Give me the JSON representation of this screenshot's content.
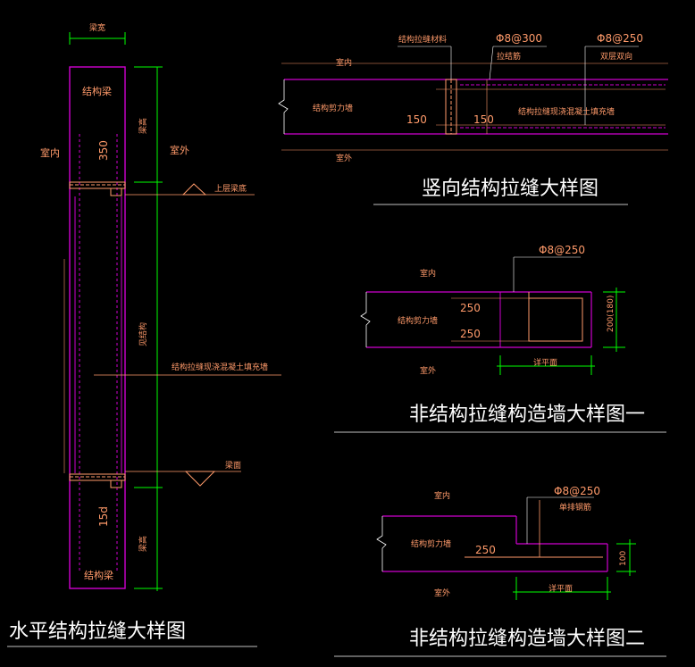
{
  "diagram_main": {
    "title": "水平结构拉缝大样图",
    "beam_width": "梁宽",
    "indoor": "室内",
    "outdoor": "室外",
    "struct_beam_top": "结构梁",
    "struct_beam_bottom": "结构梁",
    "dim_350": "350",
    "dim_15d": "15d",
    "floor_top": "上层梁底",
    "beam_face": "梁面",
    "fill_wall": "结构拉缝现浇混凝土填充墙",
    "dim_mid": "见结构",
    "dim_top": "梁高",
    "dim_bottom": "梁高"
  },
  "diagram_vertical": {
    "title": "竖向结构拉缝大样图",
    "material": "结构拉缝材料",
    "rebar_a": "Φ8@300",
    "rebar_a_note": "拉结筋",
    "rebar_b": "Φ8@250",
    "rebar_b_note": "双层双向",
    "indoor": "室内",
    "outdoor": "室外",
    "shear_wall": "结构剪力墙",
    "fill_wall": "结构拉缝现浇混凝土填充墙",
    "dim_left": "150",
    "dim_right": "150"
  },
  "diagram_ns1": {
    "title": "非结构拉缝构造墙大样图一",
    "rebar": "Φ8@250",
    "indoor": "室内",
    "outdoor": "室外",
    "shear_wall": "结构剪力墙",
    "dim_a": "250",
    "dim_b": "250",
    "thickness": "200(180)",
    "plan": "详平面"
  },
  "diagram_ns2": {
    "title": "非结构拉缝构造墙大样图二",
    "rebar": "Φ8@250",
    "rebar_note": "单排钢筋",
    "indoor": "室内",
    "outdoor": "室外",
    "shear_wall": "结构剪力墙",
    "dim": "250",
    "thickness": "100",
    "plan": "详平面"
  },
  "colors": {
    "outline": "#d000d0",
    "dimension": "#00ff00",
    "text": "#ff9a6a",
    "title": "#ffffff",
    "leader": "#ffffff"
  }
}
